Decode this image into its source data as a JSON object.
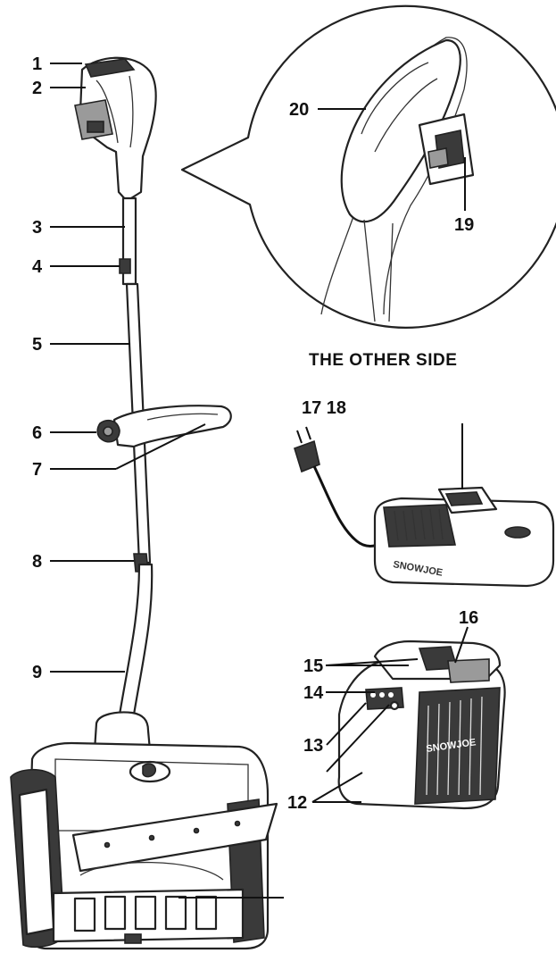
{
  "caption": "THE OTHER SIDE",
  "brand": "SNOWJOE",
  "labels": [
    "1",
    "2",
    "3",
    "4",
    "5",
    "6",
    "7",
    "8",
    "9",
    "12",
    "13",
    "14",
    "15",
    "16",
    "17 18",
    "19",
    "20"
  ]
}
